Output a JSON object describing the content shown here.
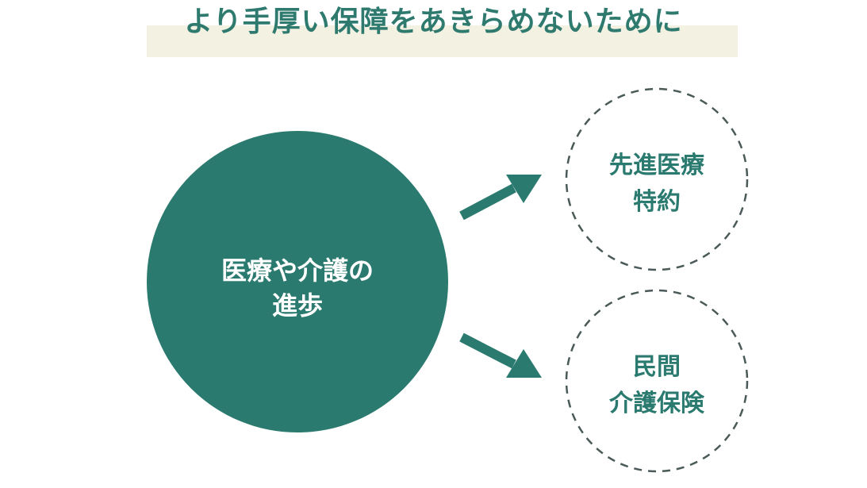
{
  "title": "より手厚い保障をあきらめないために",
  "center_node": {
    "line1": "医療や介護の",
    "line2": "進歩"
  },
  "outcome_nodes": [
    {
      "line1": "先進医療",
      "line2": "特約"
    },
    {
      "line1": "民間",
      "line2": "介護保険"
    }
  ],
  "colors": {
    "primary": "#2b7a6f",
    "title_band": "#f3f1e2",
    "title_text": "#2f7a6f",
    "dashed_outline": "#4a5a58"
  }
}
